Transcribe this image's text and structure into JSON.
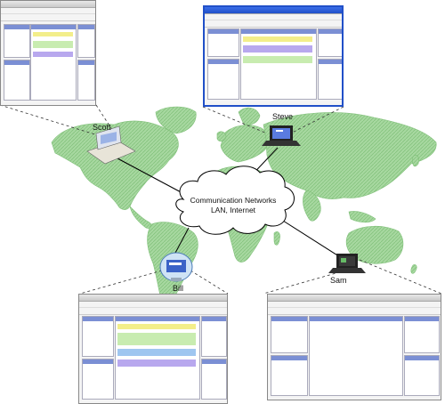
{
  "labels": {
    "scott": "Scott",
    "steve": "Steve",
    "bill": "Bill",
    "sam": "Sam"
  },
  "cloud": {
    "line1": "Communication Networks",
    "line2": "LAN, Internet"
  },
  "colors": {
    "map_land": "#a7d8a0",
    "map_hatch": "#7fbf78",
    "cloud_fill": "#ffffff",
    "cloud_stroke": "#000000",
    "link_line": "#000000",
    "highlight_yellow": "#f3ee8a",
    "highlight_purple": "#b8a8ee",
    "highlight_green": "#c8ecb0",
    "highlight_blue": "#9fc6f0",
    "pane_header": "#7b8fd4"
  },
  "icons": [
    "laptop-icon",
    "computer-icon"
  ]
}
